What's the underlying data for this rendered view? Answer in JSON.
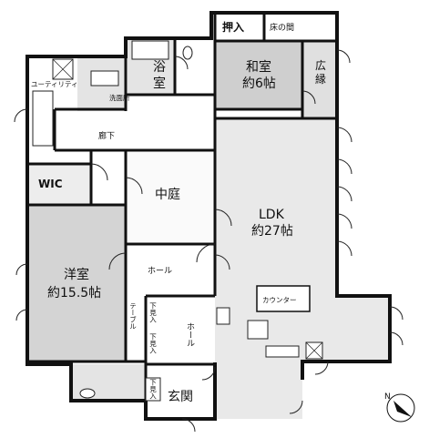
{
  "rooms": {
    "oshiire": "押入",
    "tokonoma": "床の間",
    "washitsu": "和室",
    "washitsu_size": "約6帖",
    "hiroen": "広縁",
    "yokushitsu": "浴室",
    "utility": "ユーティリティ",
    "senmenjo": "洗面所",
    "roka": "廊下",
    "wic": "WIC",
    "nakaniwa": "中庭",
    "ldk": "LDK",
    "ldk_size": "約27帖",
    "yoshitsu": "洋室",
    "yoshitsu_size": "約15.5帖",
    "hall_top": "ホール",
    "hall_side": "ホール",
    "table": "テーブル",
    "shitamiru_1": "下見入",
    "shitamiru_2": "下見入",
    "shitamiru_3": "下見入",
    "counter": "カウンター",
    "genkan": "玄関"
  },
  "compass": {
    "label": "N",
    "icon": "north-arrow-icon"
  },
  "colors": {
    "wall": "#111111",
    "floor_tatami": "#cfcfcf",
    "floor_ldk": "#e8e8e8",
    "floor_western": "#d2d2d2",
    "floor_wet": "#e2e2e2"
  }
}
